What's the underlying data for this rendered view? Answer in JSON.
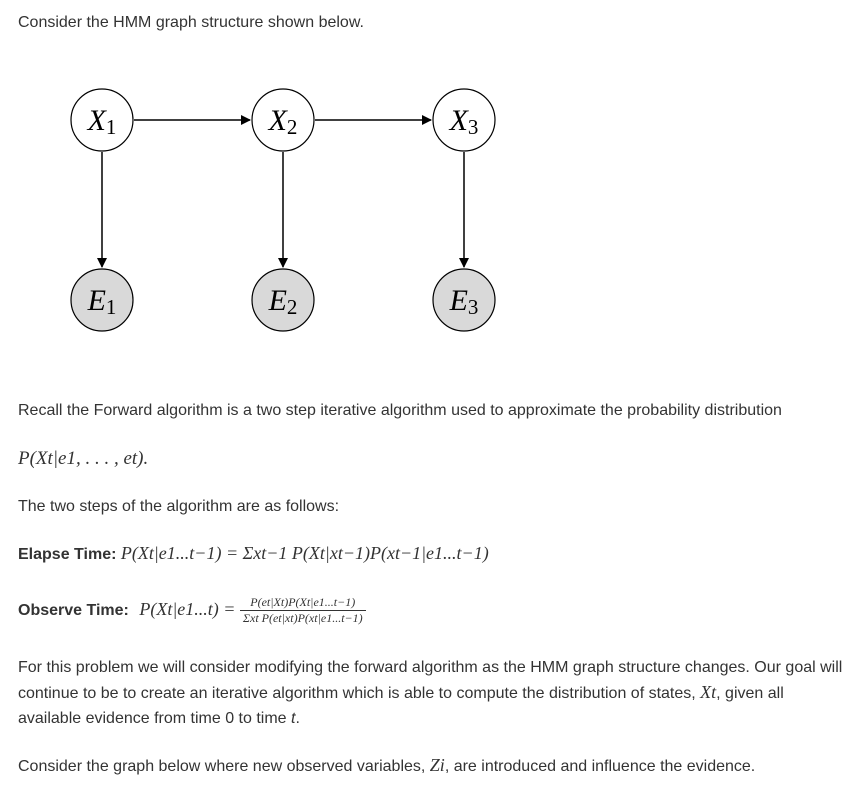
{
  "intro": "Consider the HMM graph structure shown below.",
  "graph": {
    "hidden_nodes": [
      {
        "letter": "X",
        "sub": "1"
      },
      {
        "letter": "X",
        "sub": "2"
      },
      {
        "letter": "X",
        "sub": "3"
      }
    ],
    "evidence_nodes": [
      {
        "letter": "E",
        "sub": "1"
      },
      {
        "letter": "E",
        "sub": "2"
      },
      {
        "letter": "E",
        "sub": "3"
      }
    ],
    "colors": {
      "hidden_fill": "#ffffff",
      "evidence_fill": "#d9d9d9",
      "stroke": "#000000"
    }
  },
  "recall": "Recall the Forward algorithm is a two step iterative algorithm used to approximate the probability distribution",
  "target_formula": "P(Xt|e1, . . . , et).",
  "steps_intro": "The two steps of the algorithm are as follows:",
  "elapse": {
    "label": "Elapse Time:",
    "formula": "P(Xt|e1...t−1) = Σxt−1 P(Xt|xt−1)P(xt−1|e1...t−1)"
  },
  "observe": {
    "label": "Observe Time:",
    "lhs": "P(Xt|e1...t) =",
    "numerator": "P(et|Xt)P(Xt|e1...t−1)",
    "denominator": "Σxt P(et|xt)P(xt|e1...t−1)"
  },
  "problem": {
    "text1": "For this problem we will consider modifying the forward algorithm as the HMM graph structure changes. Our goal will continue to be to create an iterative algorithm which is able to compute the distribution of states, ",
    "var": "Xt",
    "text2": ", given all available evidence from time 0 to time ",
    "time_var": "t",
    "text3": "."
  },
  "consider": {
    "text1": "Consider the graph below where new observed variables, ",
    "var": "Zi",
    "text2": ", are introduced and influence the evidence."
  }
}
